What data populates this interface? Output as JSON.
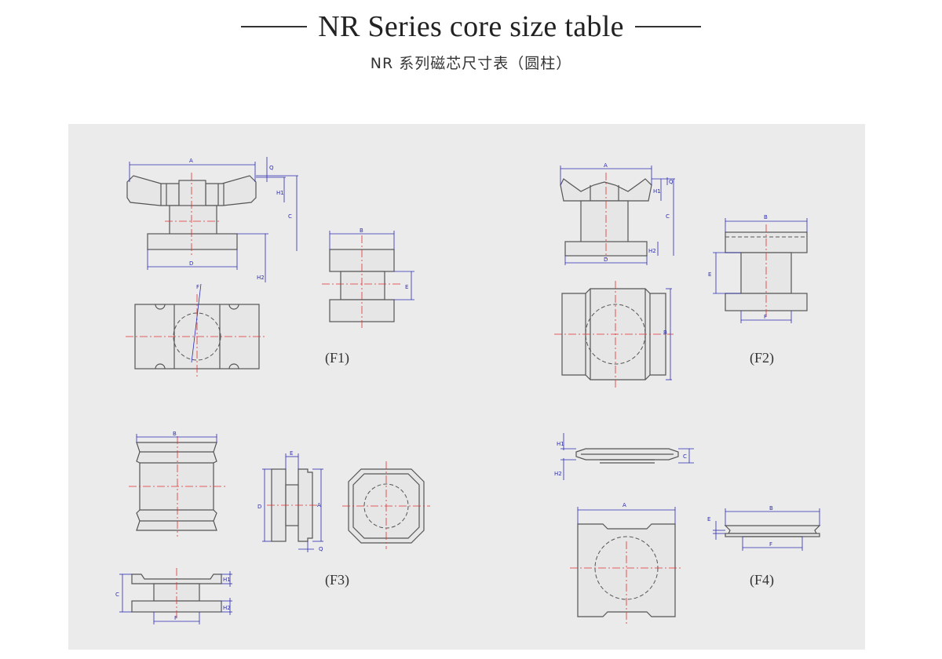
{
  "header": {
    "title": "NR Series core size table",
    "subtitle": "NR 系列磁芯尺寸表（圆柱）"
  },
  "figures": [
    {
      "id": "F1",
      "label": "(F1)"
    },
    {
      "id": "F2",
      "label": "(F2)"
    },
    {
      "id": "F3",
      "label": "(F3)"
    },
    {
      "id": "F4",
      "label": "(F4)"
    }
  ],
  "dims": {
    "A": "A",
    "B": "B",
    "C": "C",
    "D": "D",
    "E": "E",
    "F": "F",
    "H1": "H1",
    "H2": "H2",
    "Q": "Q"
  },
  "colors": {
    "outline": "#555555",
    "dimension": "#2b2bb0",
    "centerline": "#e03030",
    "panel": "#ebebeb"
  }
}
